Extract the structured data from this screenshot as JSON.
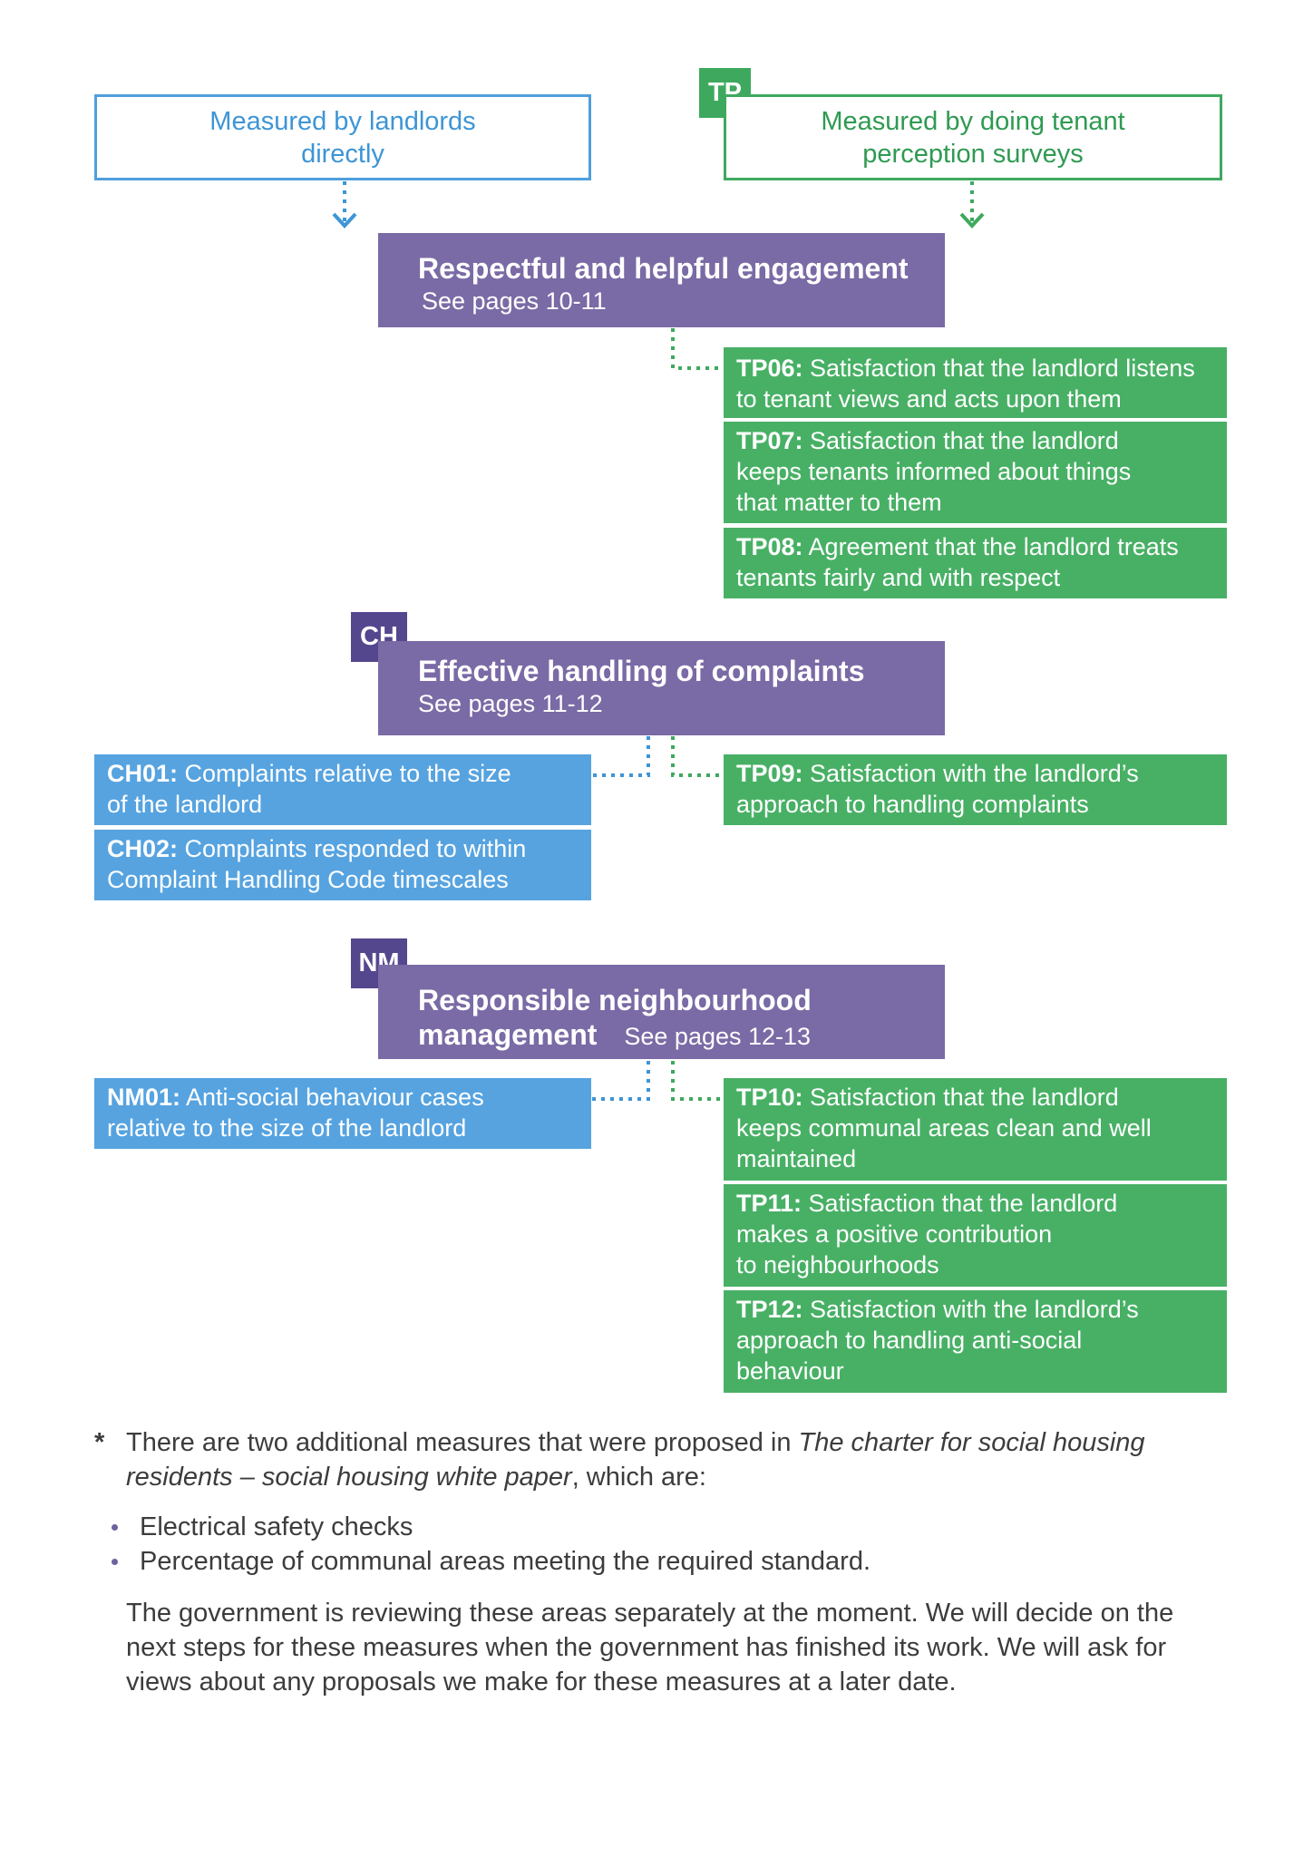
{
  "legend": {
    "landlords": "Measured by landlords directly",
    "landlords_line1": "Measured by landlords",
    "landlords_line2": "directly",
    "tenant_line1": "Measured by doing tenant",
    "tenant_line2": "perception surveys",
    "tp_tag": "TP"
  },
  "themes": {
    "engagement": {
      "title": "Respectful and helpful engagement",
      "pages": "See pages 10-11"
    },
    "complaints": {
      "tag": "CH",
      "title": "Effective handling of complaints",
      "pages": "See pages 11-12"
    },
    "neighbourhood": {
      "tag": "NM",
      "title_line1": "Responsible neighbourhood",
      "title_line2": "management",
      "pages": "See pages 12-13"
    }
  },
  "measures": {
    "tp06": {
      "code": "TP06:",
      "line1": " Satisfaction that the landlord listens",
      "line2": "to tenant views and acts upon them"
    },
    "tp07": {
      "code": "TP07:",
      "line1": " Satisfaction that the landlord",
      "line2": "keeps tenants informed about things",
      "line3": "that matter to them"
    },
    "tp08": {
      "code": "TP08:",
      "line1": " Agreement that the landlord treats",
      "line2": "tenants fairly and with respect"
    },
    "ch01": {
      "code": "CH01:",
      "line1": " Complaints relative to the size",
      "line2": "of the landlord"
    },
    "ch02": {
      "code": "CH02:",
      "line1": " Complaints responded to within",
      "line2": "Complaint Handling Code timescales"
    },
    "tp09": {
      "code": "TP09:",
      "line1": " Satisfaction with the landlord’s",
      "line2": "approach to handling complaints"
    },
    "nm01": {
      "code": "NM01:",
      "line1": " Anti-social behaviour cases",
      "line2": "relative to the size of the landlord"
    },
    "tp10": {
      "code": "TP10:",
      "line1": " Satisfaction that the landlord",
      "line2": "keeps communal areas clean and well",
      "line3": "maintained"
    },
    "tp11": {
      "code": "TP11:",
      "line1": " Satisfaction that the landlord",
      "line2": "makes a positive contribution",
      "line3": "to neighbourhoods"
    },
    "tp12": {
      "code": "TP12:",
      "line1": " Satisfaction with the landlord’s",
      "line2": "approach to handling anti-social",
      "line3": "behaviour"
    }
  },
  "footnote": {
    "asterisk": "*",
    "intro_a": "There are two additional measures that were proposed in ",
    "intro_title_a": "The charter for social housing",
    "intro_title_b": "residents – social housing white paper",
    "intro_b": ", which are:",
    "bullets": [
      "Electrical safety checks",
      "Percentage of communal areas meeting the required standard."
    ],
    "para_line1": "The government is reviewing these areas separately at the moment. We will decide on the",
    "para_line2": "next steps for these measures when the government has finished its work. We will ask for",
    "para_line3": "views about any proposals we make for these measures at a later date."
  },
  "colors": {
    "blue": "#56a3e0",
    "green": "#48b065",
    "purple": "#7a6aa5",
    "dark_purple": "#54478e"
  }
}
